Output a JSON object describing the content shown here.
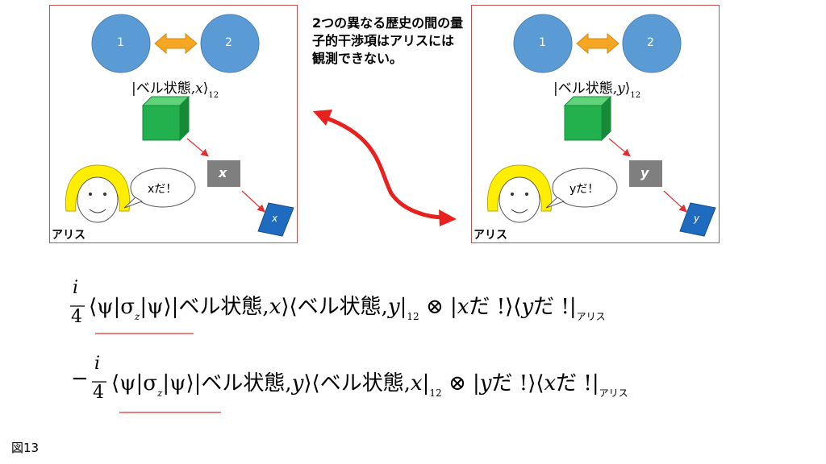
{
  "note": "2つの異なる歴史の間の量子的干渉項はアリスには観測できない。",
  "figure_label": "図13",
  "left_panel": {
    "circle_1": "1",
    "circle_2": "2",
    "ket_text": "ベル状態,",
    "ket_var": "x",
    "ket_sub": "12",
    "box_label": "x",
    "card_label": "x",
    "speech": "xだ！",
    "alice": "アリス"
  },
  "right_panel": {
    "circle_1": "1",
    "circle_2": "2",
    "ket_text": "ベル状態,",
    "ket_var": "y",
    "ket_sub": "12",
    "box_label": "y",
    "card_label": "y",
    "speech": "yだ！",
    "alice": "アリス"
  },
  "equation": {
    "line1": {
      "sign": "",
      "frac_num": "i",
      "frac_den": "4",
      "expectation": "⟨ψ|σ",
      "sigma_sub": "z",
      "expectation_end": "|ψ⟩",
      "part1": "|ベル状態,",
      "var1": "x",
      "part2": "⟩⟨ベル状態,",
      "var2": "y",
      "part3": "|",
      "sub12": "12",
      "otimes": "⊗",
      "part4": "|",
      "var3": "x",
      "part5": "だ !⟩⟨",
      "var4": "y",
      "part6": "だ !|",
      "sub_alice": "アリス"
    },
    "line2": {
      "sign": "−",
      "frac_num": "i",
      "frac_den": "4",
      "expectation": "⟨ψ|σ",
      "sigma_sub": "z",
      "expectation_end": "|ψ⟩",
      "part1": "|ベル状態,",
      "var1": "y",
      "part2": "⟩⟨ベル状態,",
      "var2": "x",
      "part3": "|",
      "sub12": "12",
      "otimes": "⊗",
      "part4": "|",
      "var3": "y",
      "part5": "だ !⟩⟨",
      "var4": "x",
      "part6": "だ !|",
      "sub_alice": "アリス"
    }
  },
  "colors": {
    "circle_blue": "#5b9bd5",
    "arrow_orange": "#f5a623",
    "cube_green": "#22b14c",
    "box_gray": "#7f7f7f",
    "card_blue": "#1f6bbf",
    "hair_yellow": "#ffee00",
    "panel_border": "#c0504d",
    "big_arrow_red": "#e8201e"
  }
}
